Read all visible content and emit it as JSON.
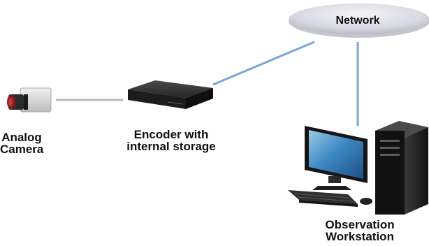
{
  "network": {
    "label": "Network"
  },
  "camera": {
    "line1": "Analog",
    "line2": "Camera"
  },
  "encoder": {
    "line1": "Encoder with",
    "line2": "internal storage"
  },
  "workstation": {
    "line1": "Observation",
    "line2": "Workstation"
  },
  "colors": {
    "network_link": "#7ba7d3",
    "analog_link": "#b9b9b9",
    "cloud_fill": "#dcdde4",
    "device_dark": "#1c1c1c",
    "monitor_screen": "#3f8ac4"
  }
}
